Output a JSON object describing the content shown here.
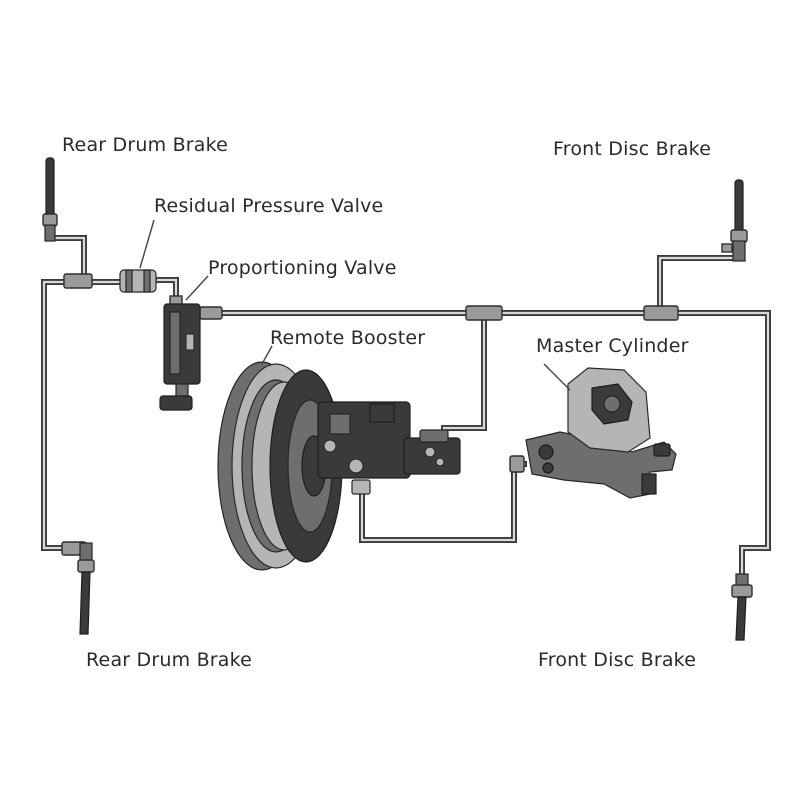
{
  "labels": {
    "rear_drum_top": "Rear Drum Brake",
    "residual_valve": "Residual Pressure Valve",
    "proportioning_valve": "Proportioning Valve",
    "remote_booster": "Remote Booster",
    "master_cylinder": "Master Cylinder",
    "front_disc_top": "Front Disc Brake",
    "rear_drum_bottom": "Rear Drum Brake",
    "front_disc_bottom": "Front Disc Brake"
  },
  "colors": {
    "pipe": "#3a3a3a",
    "component_dark": "#3a3a3a",
    "background": "#ffffff"
  }
}
